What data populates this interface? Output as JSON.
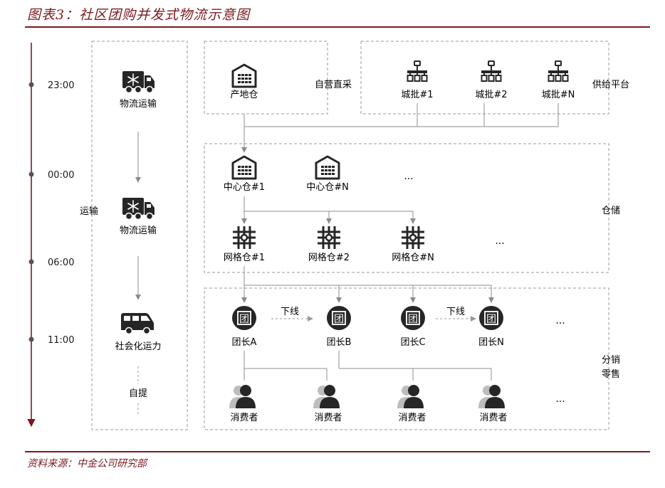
{
  "title": "图表3：社区团购并发式物流示意图",
  "source": "资料来源：中金公司研究部",
  "colors": {
    "accent": "#7a1a1f",
    "icon_dark": "#262626",
    "line": "#8c8c8c",
    "dashed_border": "#9a9a9a"
  },
  "timeline": [
    "23:00",
    "00:00",
    "06:00",
    "11:00"
  ],
  "left_panel": {
    "side_label": "运输",
    "steps": [
      "物流运输",
      "物流运输",
      "社会化运力",
      "自提"
    ]
  },
  "top": {
    "origin_label": "产地仓",
    "direct_label": "自营直采",
    "wholesale": [
      "城批#1",
      "城批#2",
      "城批#N"
    ],
    "supply_label": "供给平台"
  },
  "storage": {
    "label": "仓储",
    "centers": [
      "中心仓#1",
      "中心仓#N"
    ],
    "grids": [
      "网格仓#1",
      "网格仓#2",
      "网格仓#N"
    ],
    "ellipsis": "..."
  },
  "retail": {
    "label_line1": "分销",
    "label_line2": "零售",
    "leaders": [
      "团长A",
      "团长B",
      "团长C",
      "团长N"
    ],
    "offline": "下线",
    "consumers": [
      "消费者",
      "消费者",
      "消费者",
      "消费者"
    ],
    "leader_glyph": "团",
    "ellipsis": "..."
  }
}
